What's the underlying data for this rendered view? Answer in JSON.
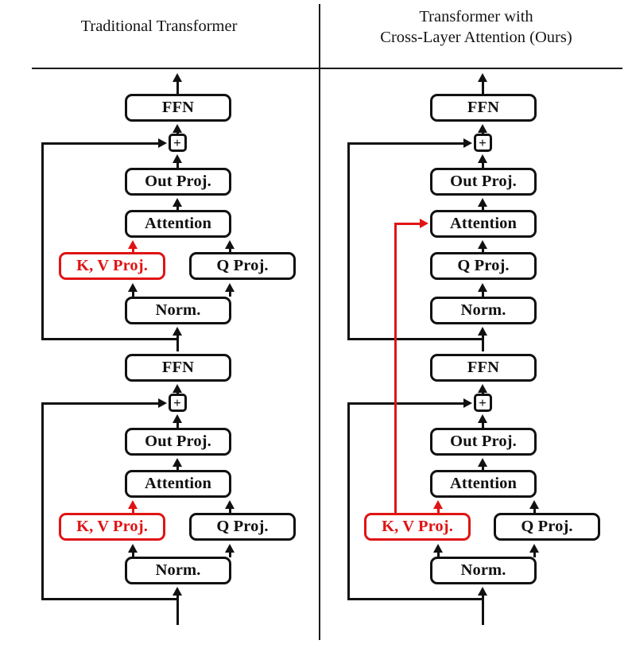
{
  "figure": {
    "kind": "architecture-diagram",
    "subject": "Transformer layer stack comparison",
    "accent_color": "#e01414",
    "line_color": "#111111"
  },
  "panels": {
    "left": {
      "title": "Traditional Transformer",
      "title_lines": [
        "Traditional Transformer"
      ],
      "blocks": [
        {
          "position": "upper",
          "nodes": [
            "FFN",
            "+",
            "Out Proj.",
            "Attention",
            "K, V Proj.",
            "Q Proj.",
            "Norm."
          ]
        },
        {
          "position": "lower",
          "nodes": [
            "FFN",
            "+",
            "Out Proj.",
            "Attention",
            "K, V Proj.",
            "Q Proj.",
            "Norm."
          ]
        }
      ]
    },
    "right": {
      "title": "Transformer with Cross-Layer Attention (Ours)",
      "title_lines": [
        "Transformer with",
        "Cross-Layer Attention (Ours)"
      ],
      "blocks": [
        {
          "position": "upper",
          "nodes": [
            "FFN",
            "+",
            "Out Proj.",
            "Attention",
            "Q Proj.",
            "Norm."
          ]
        },
        {
          "position": "lower",
          "nodes": [
            "FFN",
            "+",
            "Out Proj.",
            "Attention",
            "K, V Proj.",
            "Q Proj.",
            "Norm."
          ]
        }
      ],
      "cross_layer_edge": {
        "from": "K, V Proj. (lower block)",
        "to": "Attention (upper block)",
        "color": "#e01414"
      }
    }
  },
  "labels": {
    "ffn": "FFN",
    "add": "+",
    "out_proj": "Out Proj.",
    "attention": "Attention",
    "kv_proj": "K, V Proj.",
    "q_proj": "Q Proj.",
    "norm": "Norm."
  }
}
